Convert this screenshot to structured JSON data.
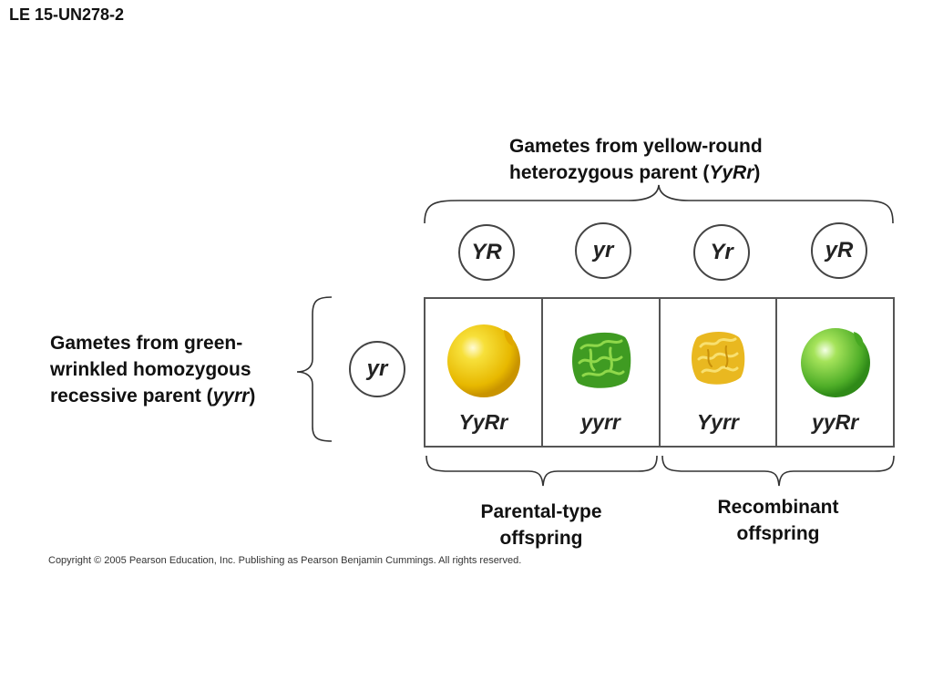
{
  "slide_label": "LE 15-UN278-2",
  "top_heading": {
    "line1": "Gametes from yellow-round",
    "line2_prefix": "heterozygous parent (",
    "line2_genotype": "YyRr",
    "line2_suffix": ")"
  },
  "left_heading": {
    "line1": "Gametes from green-",
    "line2": "wrinkled homozygous",
    "line3_prefix": "recessive parent (",
    "line3_genotype": "yyrr",
    "line3_suffix": ")"
  },
  "top_gametes": [
    "YR",
    "yr",
    "Yr",
    "yR"
  ],
  "left_gamete": "yr",
  "offspring": [
    {
      "genotype": "YyRr",
      "pea": "yellow-round"
    },
    {
      "genotype": "yyrr",
      "pea": "green-wrinkled"
    },
    {
      "genotype": "Yyrr",
      "pea": "yellow-wrinkled"
    },
    {
      "genotype": "yyRr",
      "pea": "green-round"
    }
  ],
  "parental_label": {
    "line1": "Parental-type",
    "line2": "offspring"
  },
  "recombinant_label": {
    "line1": "Recombinant",
    "line2": "offspring"
  },
  "copyright": "Copyright © 2005 Pearson Education, Inc. Publishing as Pearson Benjamin Cummings. All rights reserved.",
  "colors": {
    "yellow_pea": "#f2cf10",
    "green_pea": "#5cbf2a",
    "yellow_wrinkled": "#e9b820",
    "green_wrinkled": "#3f9b22",
    "border": "#555555"
  }
}
